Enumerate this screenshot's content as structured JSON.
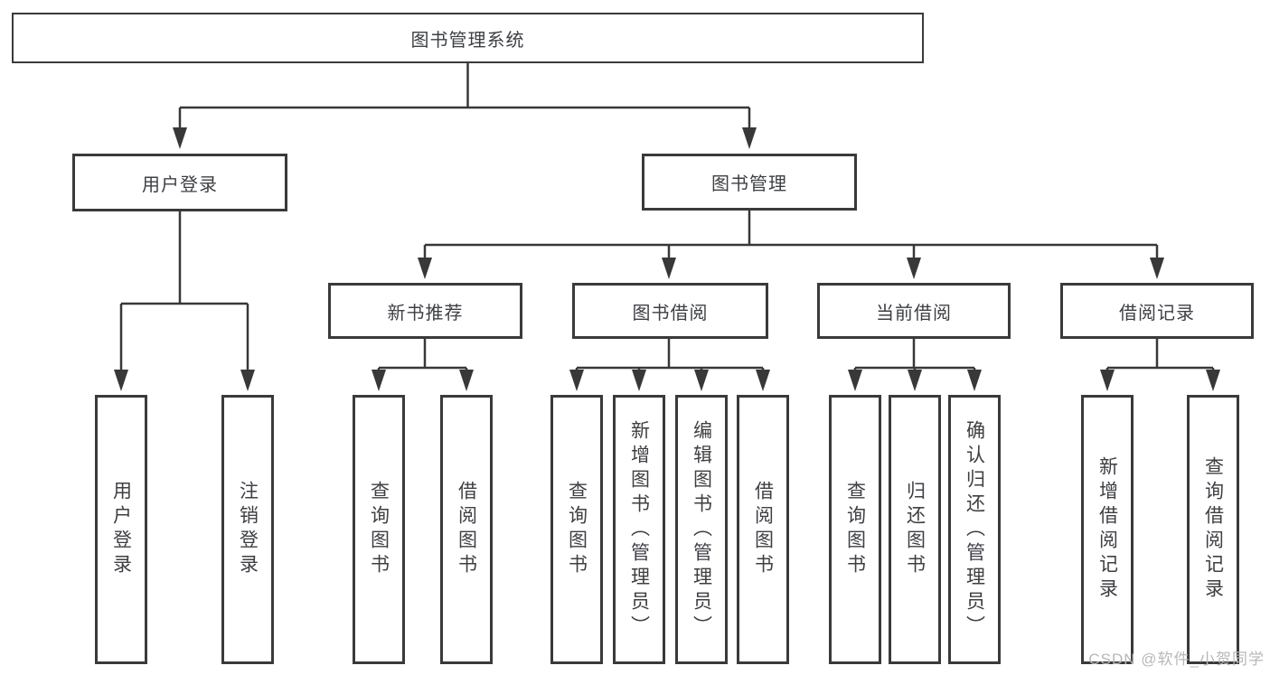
{
  "nodes": {
    "root": {
      "label": "图书管理系统"
    },
    "level2": [
      {
        "label": "用户登录"
      },
      {
        "label": "图书管理"
      }
    ],
    "level3": [
      {
        "label": "新书推荐"
      },
      {
        "label": "图书借阅"
      },
      {
        "label": "当前借阅"
      },
      {
        "label": "借阅记录"
      }
    ],
    "leaves": [
      {
        "label": "用户登录"
      },
      {
        "label": "注销登录"
      },
      {
        "label": "查询图书"
      },
      {
        "label": "借阅图书"
      },
      {
        "label": "查询图书"
      },
      {
        "label": "新增图书（管理员）"
      },
      {
        "label": "编辑图书（管理员）"
      },
      {
        "label": "借阅图书"
      },
      {
        "label": "查询图书"
      },
      {
        "label": "归还图书"
      },
      {
        "label": "确认归还（管理员）"
      },
      {
        "label": "新增借阅记录"
      },
      {
        "label": "查询借阅记录"
      }
    ]
  },
  "watermark": "CSDN @软件_小贺同学",
  "colors": {
    "line": "#383838",
    "text": "#3d3f43",
    "watermark": "#b5b8bc",
    "background": "#ffffff"
  }
}
